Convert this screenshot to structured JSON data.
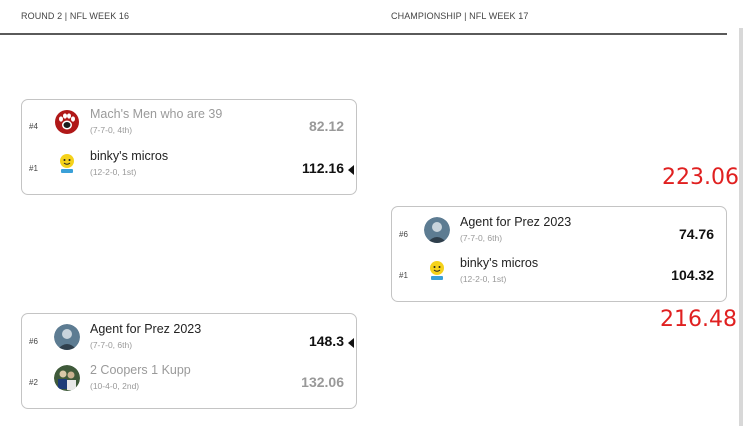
{
  "headers": {
    "round2": "ROUND 2 | NFL WEEK 16",
    "championship": "CHAMPIONSHIP | NFL WEEK 17"
  },
  "round2_match1": {
    "team1": {
      "seed": "#4",
      "name": "Mach's Men who are 39",
      "record": "(7-7-0, 4th)",
      "score": "82.12",
      "avatar_icon": "paw-print-icon"
    },
    "team2": {
      "seed": "#1",
      "name": "binky's micros",
      "record": "(12-2-0, 1st)",
      "score": "112.16",
      "avatar_icon": "yellow-mascot-icon"
    }
  },
  "round2_match2": {
    "team1": {
      "seed": "#6",
      "name": "Agent for Prez 2023",
      "record": "(7-7-0, 6th)",
      "score": "148.3",
      "avatar_icon": "agent-portrait-icon"
    },
    "team2": {
      "seed": "#2",
      "name": "2 Coopers 1 Kupp",
      "record": "(10-4-0, 2nd)",
      "score": "132.06",
      "avatar_icon": "football-players-icon"
    }
  },
  "championship": {
    "team1": {
      "seed": "#6",
      "name": "Agent for Prez 2023",
      "record": "(7-7-0, 6th)",
      "score": "74.76",
      "avatar_icon": "agent-portrait-icon"
    },
    "team2": {
      "seed": "#1",
      "name": "binky's micros",
      "record": "(12-2-0, 1st)",
      "score": "104.32",
      "avatar_icon": "yellow-mascot-icon"
    }
  },
  "annotations": {
    "top": "223.06",
    "bottom": "216.48"
  },
  "colors": {
    "annotation": "#e02020",
    "loser_text": "#9a9a9a",
    "card_border": "#c4c4c4"
  }
}
